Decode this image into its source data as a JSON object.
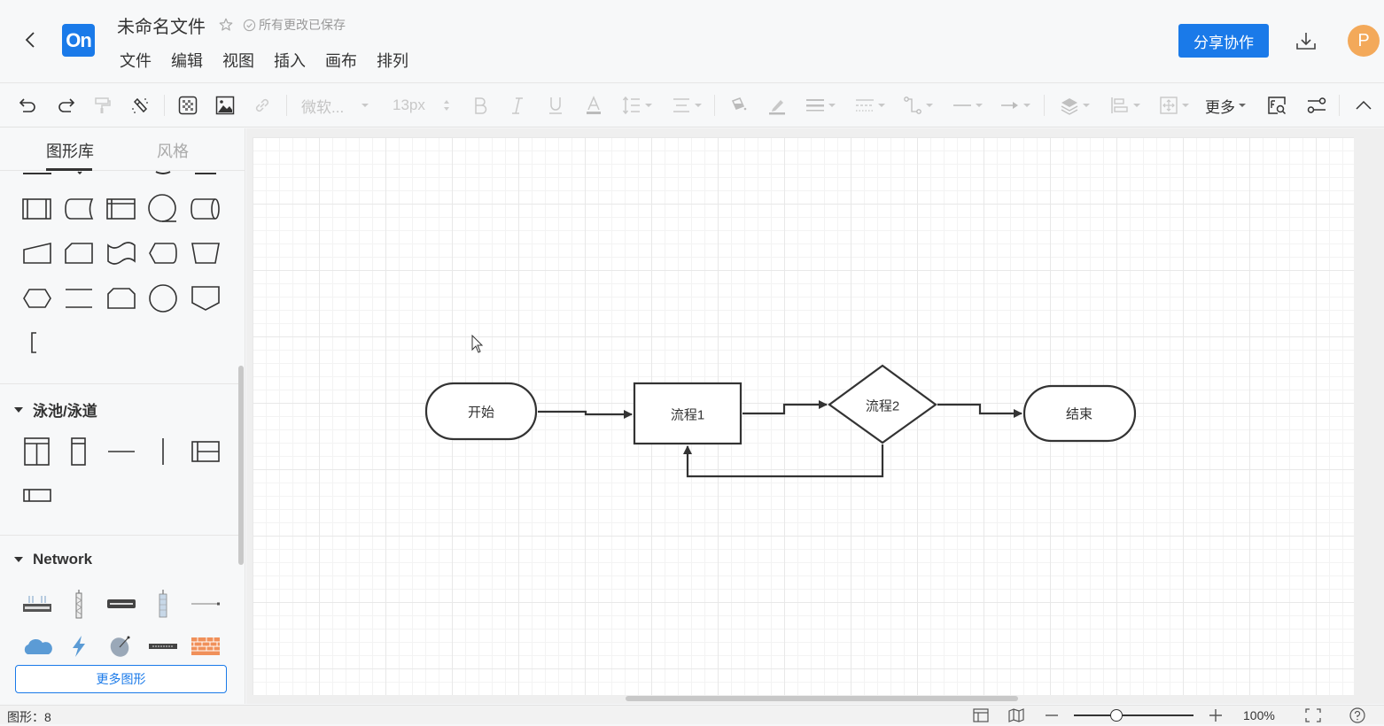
{
  "header": {
    "logo_text": "On",
    "doc_title": "未命名文件",
    "save_status": "所有更改已保存",
    "menu": [
      "文件",
      "编辑",
      "视图",
      "插入",
      "画布",
      "排列"
    ],
    "share_label": "分享协作",
    "avatar_initial": "P",
    "colors": {
      "brand": "#1a7ae9",
      "avatar": "#f3a95a"
    }
  },
  "toolbar": {
    "font_family": "微软...",
    "font_size": "13px",
    "more_label": "更多",
    "icons": [
      "undo-icon",
      "redo-icon",
      "format-painter-icon",
      "clear-format-icon",
      "fill-pattern-icon",
      "image-icon",
      "link-icon",
      "bold-icon",
      "italic-icon",
      "underline-icon",
      "font-color-icon",
      "line-spacing-icon",
      "align-icon",
      "fill-color-icon",
      "line-color-icon",
      "line-width-icon",
      "line-style-icon",
      "connector-type-icon",
      "line-start-icon",
      "line-end-icon",
      "layer-icon",
      "arrange-align-icon",
      "size-position-icon",
      "find-replace-icon",
      "settings-sliders-icon",
      "collapse-icon"
    ]
  },
  "sidebar": {
    "tabs": [
      {
        "label": "图形库",
        "active": true
      },
      {
        "label": "风格",
        "active": false
      }
    ],
    "sections": [
      {
        "title": "泳池/泳道",
        "shape_count": 6
      },
      {
        "title": "Network",
        "shape_count": 10
      }
    ],
    "more_shapes_label": "更多图形"
  },
  "canvas": {
    "nodes": [
      {
        "id": "start",
        "label": "开始",
        "shape": "terminator"
      },
      {
        "id": "p1",
        "label": "流程1",
        "shape": "process"
      },
      {
        "id": "p2",
        "label": "流程2",
        "shape": "decision"
      },
      {
        "id": "end",
        "label": "结束",
        "shape": "terminator"
      }
    ],
    "edges": [
      {
        "from": "start",
        "to": "p1"
      },
      {
        "from": "p1",
        "to": "p2"
      },
      {
        "from": "p2",
        "to": "end"
      },
      {
        "from": "p2",
        "to": "p1"
      }
    ]
  },
  "status": {
    "shape_count_label": "图形：8",
    "zoom_level": "100%"
  }
}
